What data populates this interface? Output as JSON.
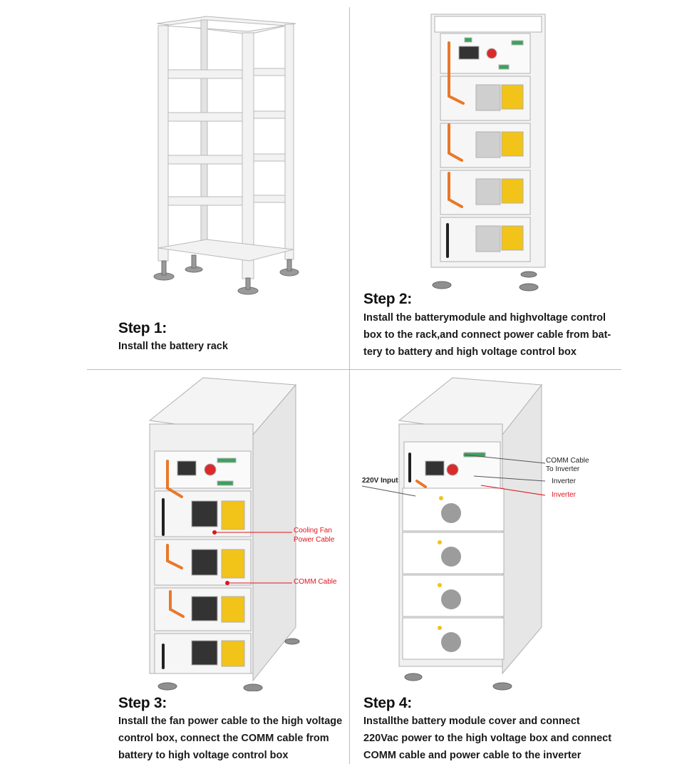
{
  "steps": [
    {
      "title": "Step 1:",
      "lines": [
        "Install the battery rack"
      ]
    },
    {
      "title": "Step 2:",
      "lines": [
        "Install the batterymodule and highvoltage control",
        "box to the rack,and connect power cable from bat-",
        "tery to battery and high voltage control box"
      ]
    },
    {
      "title": "Step 3:",
      "lines": [
        "Install the fan power cable to the high voltage",
        "control box, connect the COMM cable from",
        "battery to high voltage control box"
      ]
    },
    {
      "title": "Step 4:",
      "lines": [
        "Installthe battery module cover and connect",
        "220Vac power to the high voltage box and connect",
        "COMM cable and power cable to the inverter"
      ]
    }
  ],
  "callouts": {
    "cooling_fan_1": "Cooling Fan",
    "cooling_fan_2": "Power Cable",
    "comm_cable": "COMM Cable",
    "comm_to_inverter_1": "COMM Cable",
    "comm_to_inverter_2": "To Inverter",
    "inverter_1": "Inverter",
    "inverter_2": "Inverter",
    "input_220v": "220V Input"
  },
  "colors": {
    "callout_red": "#e0141e",
    "module_yellow": "#f2c318",
    "cable_orange": "#e8782a",
    "rack_white": "#f1f1f1"
  }
}
